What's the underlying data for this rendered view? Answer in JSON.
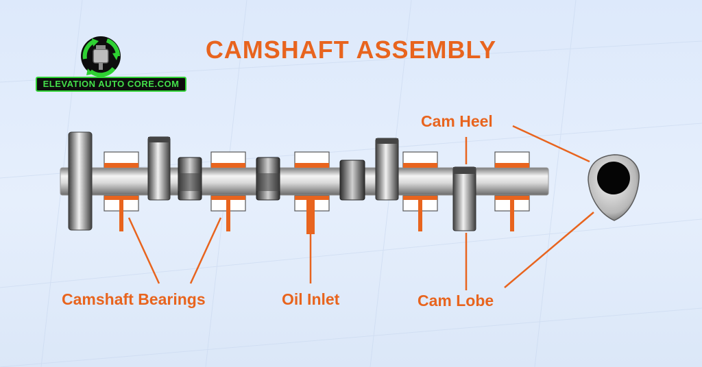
{
  "title": "CAMSHAFT ASSEMBLY",
  "logo": {
    "text": "ELEVATION AUTO CORE.COM",
    "icon": "recycle-injector-icon"
  },
  "labels": {
    "cam_heel": "Cam Heel",
    "camshaft_bearings": "Camshaft Bearings",
    "oil_inlet": "Oil Inlet",
    "cam_lobe": "Cam Lobe"
  },
  "colors": {
    "accent": "#e8641e",
    "bearing_shell": "#ffffff",
    "metal_light": "#f2f2f2",
    "metal_dark": "#555555",
    "logo_green": "#2fd133"
  }
}
